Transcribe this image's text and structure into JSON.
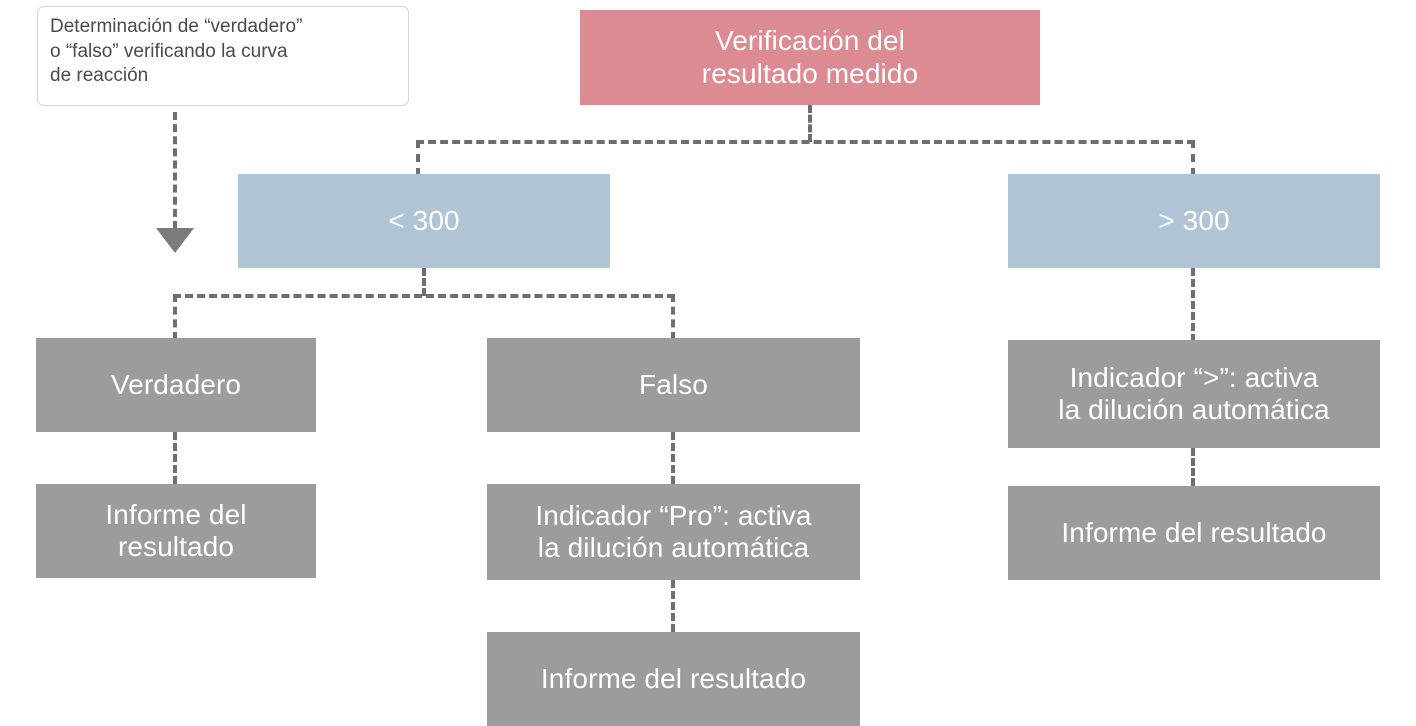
{
  "diagram": {
    "title": "Verificación del resultado medido",
    "colors": {
      "header_pink": "#dd8b93",
      "decision_blue": "#afc4d5",
      "node_gray": "#9c9c9c",
      "connector_gray": "#6e6e6e",
      "arrow_gray": "#7b7b7b",
      "callout_border": "#d3d3d3",
      "callout_text": "#4a4a4a",
      "node_text": "#ffffff",
      "background": "#ffffff"
    },
    "callout": {
      "text": "Determinación de “verdadero”\no “falso” verificando la curva\nde reacción"
    },
    "root": {
      "label": "Verificación del\nresultado medido"
    },
    "branches": [
      {
        "label": "< 300",
        "children": [
          {
            "label": "Verdadero",
            "children": [
              {
                "label": "Informe del\nresultado"
              }
            ]
          },
          {
            "label": "Falso",
            "children": [
              {
                "label": "Indicador “Pro”: activa\nla dilución automática"
              },
              {
                "label": "Informe del resultado"
              }
            ]
          }
        ]
      },
      {
        "label": "> 300",
        "children": [
          {
            "label": "Indicador “>”: activa\nla dilución automática",
            "children": [
              {
                "label": "Informe del resultado"
              }
            ]
          }
        ]
      }
    ]
  }
}
